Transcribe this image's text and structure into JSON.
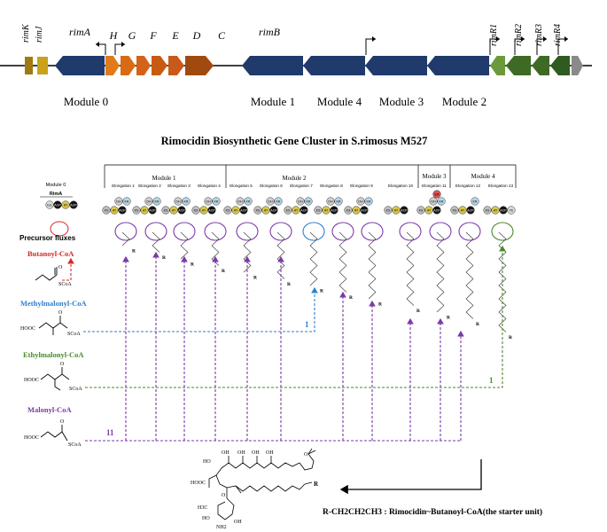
{
  "gene_cluster": {
    "title": "Rimocidin Biosynthetic Gene Cluster in S.rimosus M527",
    "genes": [
      {
        "label": "rimK",
        "color": "#a07a10"
      },
      {
        "label": "rimJ",
        "color": "#c9a21a"
      },
      {
        "label": "rimA",
        "color": "#1f3a6b"
      },
      {
        "label": "H",
        "color": "#e07b1c"
      },
      {
        "label": "G",
        "color": "#d86a14"
      },
      {
        "label": "F",
        "color": "#d4621a"
      },
      {
        "label": "E",
        "color": "#c95a12"
      },
      {
        "label": "D",
        "color": "#c9591a"
      },
      {
        "label": "C",
        "color": "#a04a10"
      },
      {
        "label": "rimB",
        "color": "#1f3a6b"
      },
      {
        "label": "rimR1",
        "color": "#6a9a3c"
      },
      {
        "label": "rimR2",
        "color": "#3f6a26"
      },
      {
        "label": "rimR3",
        "color": "#3f6a26"
      },
      {
        "label": "rimR4",
        "color": "#2f5a20"
      },
      {
        "label": "",
        "color": "#8a8a8a"
      }
    ],
    "modules": [
      "Module 0",
      "Module 1",
      "Module 4",
      "Module 3",
      "Module 2"
    ]
  },
  "pks": {
    "module_headers": [
      "Module 0",
      "Module 1",
      "Module 2",
      "Module 3",
      "Module 4"
    ],
    "loading_label": "RimA",
    "elongations": [
      "Elongation 1",
      "Elongation 2",
      "Elongation 3",
      "Elongation 4",
      "Elongation 5",
      "Elongation 6",
      "Elongation 7",
      "Elongation 8",
      "Elongation 9",
      "Elongation 10",
      "Elongation 11",
      "Elongation 12",
      "Elongation 13"
    ],
    "domain_labels": [
      "KS",
      "AT",
      "DH",
      "KR",
      "ER",
      "ACP",
      "TE",
      "CoL"
    ]
  },
  "precursors": {
    "heading": "Precursor fluxes",
    "items": [
      {
        "name": "Butanoyl-CoA",
        "color": "#d42a2a",
        "sub": "SCoA"
      },
      {
        "name": "Methylmalonyl-CoA",
        "color": "#2f7fd0",
        "sub": "SCoA",
        "prefix": "HOOC"
      },
      {
        "name": "Ethylmalonyl-CoA",
        "color": "#4a8a2a",
        "sub": "SCoA",
        "prefix": "HOOC"
      },
      {
        "name": "Malonyl-CoA",
        "color": "#7a3aa8",
        "sub": "SCoA",
        "prefix": "HOOC"
      }
    ],
    "counts": {
      "methylmalonyl": "1",
      "ethylmalonyl": "1",
      "malonyl": "11"
    }
  },
  "product": {
    "caption": "R-CH2CH2CH3 : Rimocidin~Butanoyl-CoA(the starter unit)",
    "atoms": [
      "HO",
      "OH",
      "OH",
      "OH",
      "OH",
      "HOOC",
      "O",
      "O",
      "H3C",
      "HO",
      "NH2",
      "OH",
      "R"
    ]
  },
  "misc": {
    "chain_end": "R"
  }
}
